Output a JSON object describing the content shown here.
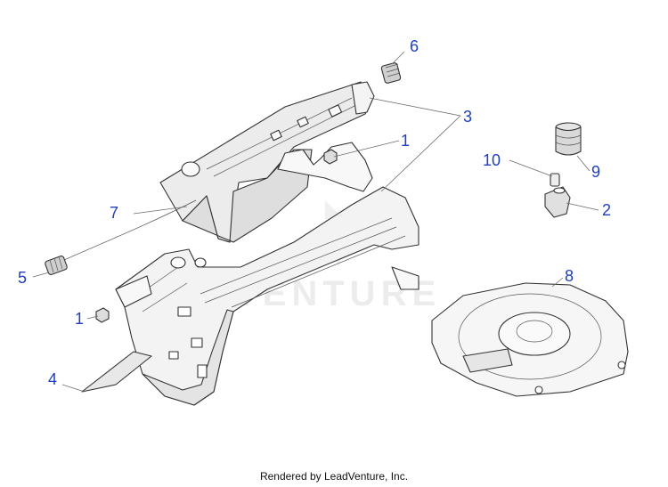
{
  "diagram": {
    "callouts": {
      "c1a": "1",
      "c1b": "1",
      "c2": "2",
      "c3": "3",
      "c4": "4",
      "c5": "5",
      "c6": "6",
      "c7": "7",
      "c8": "8",
      "c9": "9",
      "c10": "10"
    },
    "watermark": "VENTURE",
    "colors": {
      "callout": "#1f3fbf",
      "line": "#333333",
      "fill_light": "#f2f2f2",
      "fill_mid": "#dcdcdc"
    }
  },
  "footer": {
    "text": "Rendered by LeadVenture, Inc."
  }
}
